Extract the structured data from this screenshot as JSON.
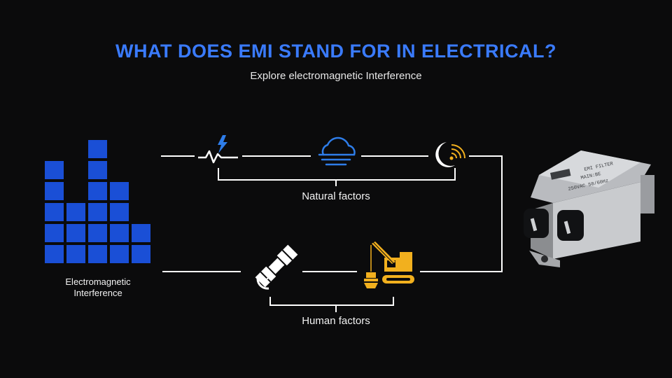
{
  "title": "WHAT DOES EMI STAND FOR IN ELECTRICAL?",
  "subtitle": "Explore electromagnetic Interference",
  "emi_label_line1": "Electromagnetic",
  "emi_label_line2": "Interference",
  "natural_label": "Natural factors",
  "human_label": "Human factors",
  "filter_text": {
    "line1": "EMI FILTER",
    "line2": "MAIN:BE",
    "line3": "250VAC 50/60Hz"
  },
  "colors": {
    "title": "#3a7bff",
    "accent_blue": "#2e7de9",
    "bars": "#1a4fd6",
    "crane": "#f2b01e",
    "line": "#ffffff"
  },
  "icons": [
    "lightning-icon",
    "cloud-icon",
    "moon-signal-icon",
    "satellite-icon",
    "crane-icon",
    "emi-filter-image"
  ]
}
